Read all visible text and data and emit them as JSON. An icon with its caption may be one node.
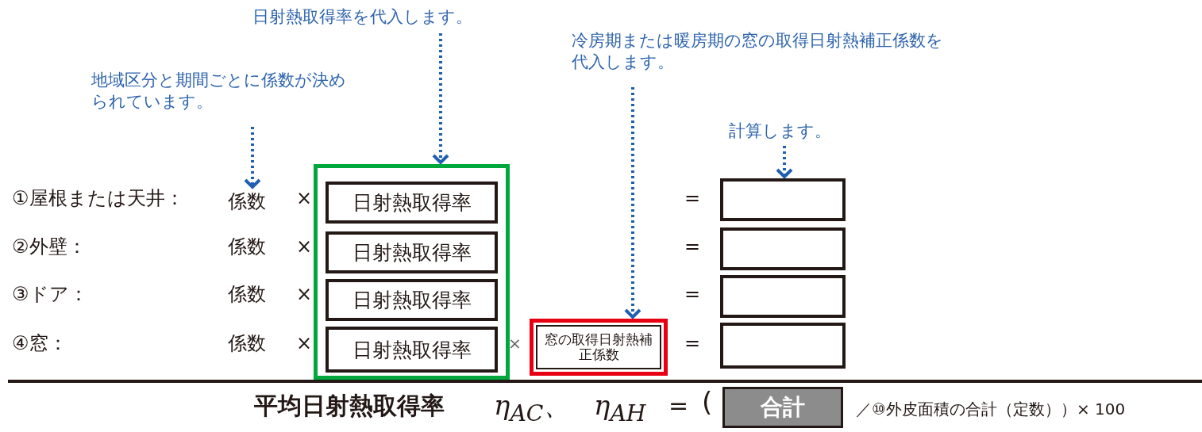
{
  "diagram": {
    "nodes": [
      {
        "text": [
          "日射熱取得率を代入します。"
        ]
      },
      {
        "text": [
          "冷房期または暖房期の窓の取得日射熱補正係数を代入します。"
        ]
      },
      {
        "text": [
          "地域区分と期間ごとに係数が決められています。"
        ]
      },
      {
        "text": [
          "計算します。"
        ]
      },
      {
        "text": [
          "係数"
        ]
      },
      {
        "text": [],
        "shape": "box"
      },
      {
        "text": [
          "日射熱取得率"
        ],
        "in": 5
      },
      {
        "text": [
          "日射熱取得率"
        ],
        "in": 5
      },
      {
        "text": [
          "日射熱取得率"
        ],
        "in": 5
      },
      {
        "text": [
          "日射熱取得率"
        ],
        "in": 5
      },
      {
        "text": [
          "窓の取得日射熱補正係数"
        ]
      },
      {
        "text": [],
        "shape": "box"
      },
      {
        "text": [],
        "shape": "box"
      },
      {
        "text": [],
        "shape": "box"
      },
      {
        "text": [],
        "shape": "box"
      },
      {
        "text": [
          "合計"
        ]
      }
    ],
    "edges": [
      {
        "from": 2,
        "to": 4,
        "arrow": "to",
        "style": "dashed"
      },
      {
        "from": 0,
        "to": 5,
        "arrow": "to",
        "style": "dashed"
      },
      {
        "from": 1,
        "to": 10,
        "arrow": "to",
        "style": "dashed"
      },
      {
        "from": 3,
        "to": 11,
        "arrow": "to",
        "style": "dashed"
      }
    ],
    "labels": [
      "①屋根または天井：",
      "×",
      "=",
      "②外壁：",
      "係数",
      "×",
      "=",
      "③ドア：",
      "係数",
      "×",
      "=",
      "④窓：",
      "係数",
      "×",
      "×",
      "=",
      "平均日射熱取得率",
      "η$_{AC}$、",
      "η$_{AH}$",
      "=",
      "(",
      "／⑩外皮面積の合計（定数））× 100"
    ]
  }
}
